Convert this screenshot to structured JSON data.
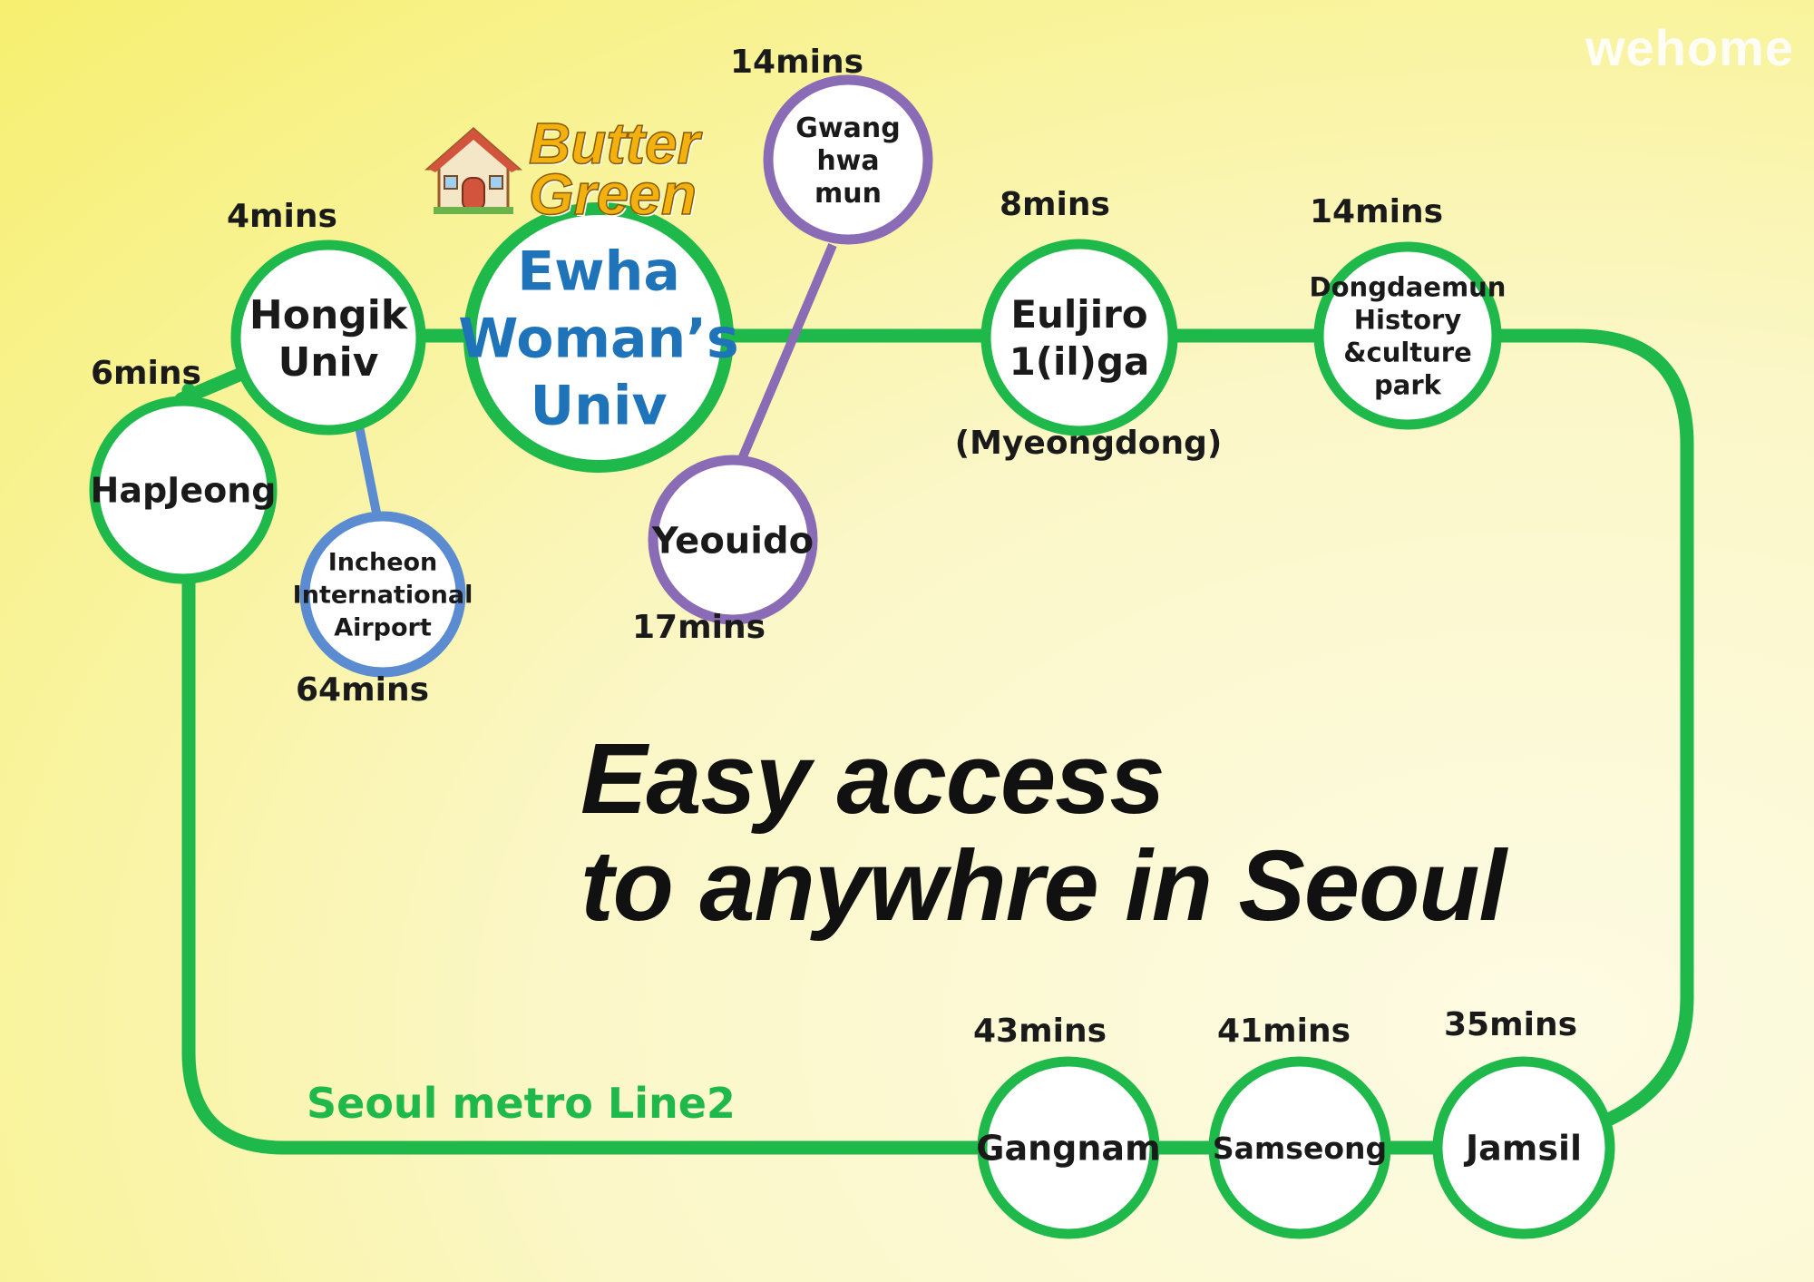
{
  "brand": "wehome",
  "headline": {
    "line1": "Easy access",
    "line2": "to anywhre in Seoul"
  },
  "line_name": "Seoul metro Line2",
  "home_label": {
    "line1": "Butter",
    "line2": "Green",
    "icon": "house-icon"
  },
  "colors": {
    "line2_green": "#1fb84a",
    "purple_line": "#8a6bb5",
    "airport_blue": "#5b8bd0",
    "highlight_station_text": "#1e73b9",
    "butter_text": "#f2b10e"
  },
  "stations": [
    {
      "id": "hapjeong",
      "lines": [
        "HapJeong"
      ],
      "time": "6mins"
    },
    {
      "id": "hongik",
      "lines": [
        "Hongik",
        "Univ"
      ],
      "time": "4mins"
    },
    {
      "id": "ewha",
      "lines": [
        "Ewha",
        "Woman’s",
        "Univ"
      ],
      "time": ""
    },
    {
      "id": "gwanghwamun",
      "lines": [
        "Gwang",
        "hwa",
        "mun"
      ],
      "time": "14mins"
    },
    {
      "id": "yeouido",
      "lines": [
        "Yeouido"
      ],
      "time": "17mins"
    },
    {
      "id": "airport",
      "lines": [
        "Incheon",
        "International",
        "Airport"
      ],
      "time": "64mins"
    },
    {
      "id": "euljiro",
      "lines": [
        "Euljiro",
        "1(il)ga"
      ],
      "time": "8mins",
      "note": "(Myeongdong)"
    },
    {
      "id": "dongdaemun",
      "lines": [
        "Dongdaemun",
        "History",
        "&culture",
        "park"
      ],
      "time": "14mins"
    },
    {
      "id": "gangnam",
      "lines": [
        "Gangnam"
      ],
      "time": "43mins"
    },
    {
      "id": "samseong",
      "lines": [
        "Samseong"
      ],
      "time": "41mins"
    },
    {
      "id": "jamsil",
      "lines": [
        "Jamsil"
      ],
      "time": "35mins"
    }
  ]
}
